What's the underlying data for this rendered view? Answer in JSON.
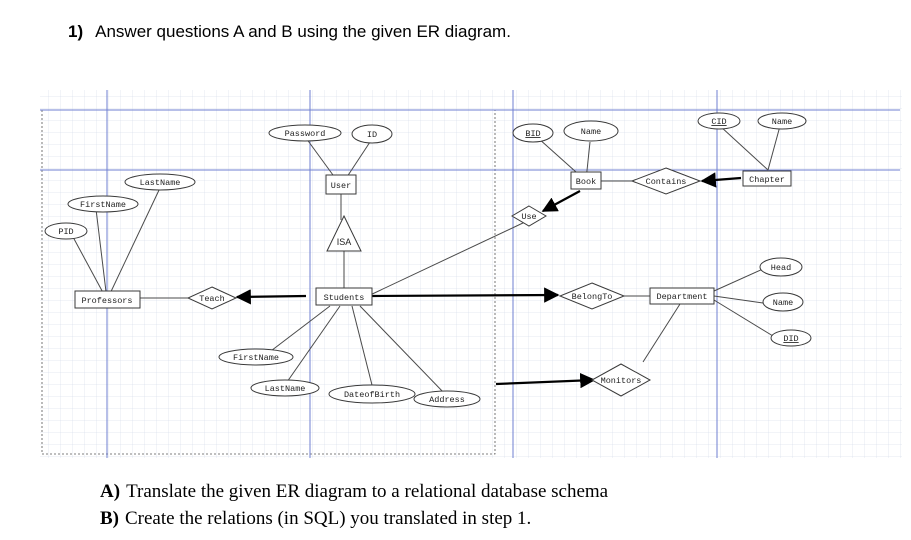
{
  "question": {
    "number": "1)",
    "text": "Answer questions A and B using the given ER diagram."
  },
  "diagram": {
    "entities": {
      "professors": "Professors",
      "students": "Students",
      "user": "User",
      "book": "Book",
      "department": "Department",
      "chapter": "Chapter"
    },
    "relationships": {
      "teach": "Teach",
      "belongto": "BelongTo",
      "contains": "Contains",
      "monitors": "Monitors",
      "use": "Use",
      "isa": "ISA"
    },
    "attributes": {
      "password": "Password",
      "id": "ID",
      "lastname_prof": "LastName",
      "firstname_prof": "FirstName",
      "pid": "PID",
      "firstname_stud": "FirstName",
      "lastname_stud": "LastName",
      "dateofbirth": "DateofBirth",
      "address": "Address",
      "bid": "BID",
      "name_book": "Name",
      "cid": "CID",
      "name_chapter": "Name",
      "head": "Head",
      "name_dept": "Name",
      "did": "DID"
    }
  },
  "parts": {
    "a_label": "A)",
    "a_text": "Translate the given ER diagram to a relational database schema",
    "b_label": "B)",
    "b_text": "Create the relations (in SQL) you translated in step 1."
  }
}
